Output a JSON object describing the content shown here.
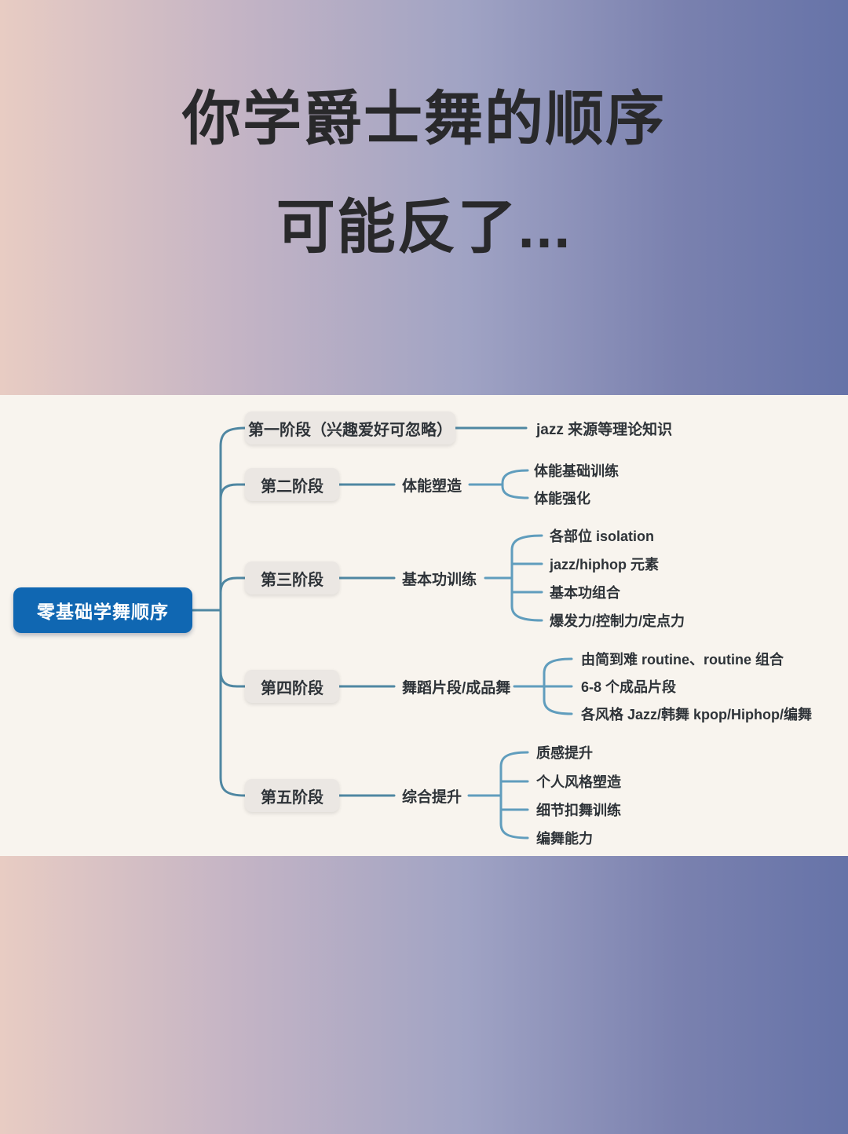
{
  "title": {
    "line1": "你学爵士舞的顺序",
    "line2": "可能反了..."
  },
  "mindmap": {
    "root": "零基础学舞顺序",
    "stages": [
      {
        "label": "第一阶段（兴趣爱好可忽略）",
        "topic": "jazz 来源等理论知识",
        "items": []
      },
      {
        "label": "第二阶段",
        "topic": "体能塑造",
        "items": [
          "体能基础训练",
          "体能强化"
        ]
      },
      {
        "label": "第三阶段",
        "topic": "基本功训练",
        "items": [
          "各部位 isolation",
          "jazz/hiphop 元素",
          "基本功组合",
          "爆发力/控制力/定点力"
        ]
      },
      {
        "label": "第四阶段",
        "topic": "舞蹈片段/成品舞",
        "items": [
          "由简到难 routine、routine 组合",
          "6-8 个成品片段",
          "各风格 Jazz/韩舞 kpop/Hiphop/编舞"
        ]
      },
      {
        "label": "第五阶段",
        "topic": "综合提升",
        "items": [
          "质感提升",
          "个人风格塑造",
          "细节扣舞训练",
          "编舞能力"
        ]
      }
    ],
    "colors": {
      "root_bg": "#1067b2",
      "root_text": "#ffffff",
      "stage_bg": "#ebe7e3",
      "node_text": "#2e3338",
      "connector": "#4f87a2",
      "bracket": "#609dbd",
      "panel_bg": "#f8f4ee",
      "title_text": "#29292b",
      "gradient_left": "#e8ccc3",
      "gradient_right": "#6673a8"
    }
  }
}
